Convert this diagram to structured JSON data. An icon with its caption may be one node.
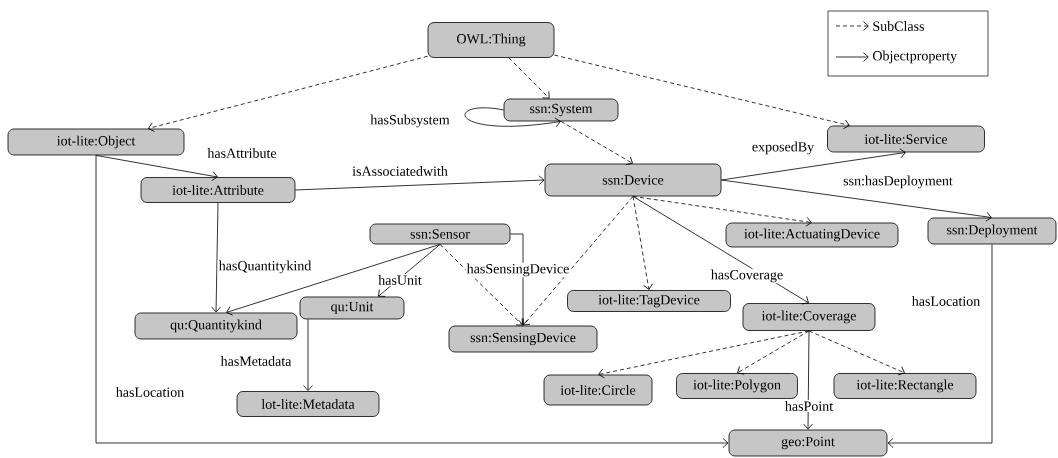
{
  "diagram": {
    "nodes": [
      {
        "text": [
          "OWL:Thing"
        ]
      },
      {
        "text": [
          "ssn:System"
        ]
      },
      {
        "text": [
          "iot-lite:Object"
        ]
      },
      {
        "text": [
          "iot-lite:Service"
        ]
      },
      {
        "text": [
          "iot-lite:Attribute"
        ]
      },
      {
        "text": [
          "ssn:Device"
        ]
      },
      {
        "text": [
          "ssn:Sensor"
        ]
      },
      {
        "text": [
          "iot-lite:ActuatingDevice"
        ]
      },
      {
        "text": [
          "ssn:Deployment"
        ]
      },
      {
        "text": [
          "iot-lite:TagDevice"
        ]
      },
      {
        "text": [
          "qu:Quantitykind"
        ]
      },
      {
        "text": [
          "qu:Unit"
        ]
      },
      {
        "text": [
          "ssn:SensingDevice"
        ]
      },
      {
        "text": [
          "iot-lite:Coverage"
        ]
      },
      {
        "text": [
          "iot-lite:Circle"
        ]
      },
      {
        "text": [
          "iot-lite:Polygon"
        ]
      },
      {
        "text": [
          "iot-lite:Rectangle"
        ]
      },
      {
        "text": [
          "lot-lite:Metadata"
        ]
      },
      {
        "text": [
          "geo:Point"
        ]
      }
    ],
    "edges": [
      {
        "from": 0,
        "to": 2,
        "arrow": "to",
        "style": "dashed"
      },
      {
        "from": 0,
        "to": 1,
        "arrow": "to",
        "style": "dashed"
      },
      {
        "from": 0,
        "to": 3,
        "arrow": "to",
        "style": "dashed"
      },
      {
        "from": 1,
        "to": 1,
        "arrow": "to",
        "label": "hasSubsystem"
      },
      {
        "from": 1,
        "to": 5,
        "arrow": "to",
        "style": "dashed"
      },
      {
        "from": 2,
        "to": 4,
        "arrow": "to",
        "label": "hasAttribute"
      },
      {
        "from": 4,
        "to": 5,
        "arrow": "to",
        "label": "isAssociatedwith"
      },
      {
        "from": 5,
        "to": 3,
        "arrow": "to",
        "label": "exposedBy"
      },
      {
        "from": 5,
        "to": 8,
        "arrow": "to",
        "label": "ssn:hasDeployment"
      },
      {
        "from": 5,
        "to": 7,
        "arrow": "to",
        "style": "dashed"
      },
      {
        "from": 5,
        "to": 9,
        "arrow": "to",
        "style": "dashed"
      },
      {
        "from": 5,
        "to": 12,
        "arrow": "to",
        "style": "dashed"
      },
      {
        "from": 5,
        "to": 13,
        "arrow": "to",
        "label": "hasCoverage"
      },
      {
        "from": 4,
        "to": 10,
        "arrow": "to",
        "label": "hasQuantitykind"
      },
      {
        "from": 6,
        "to": 10,
        "arrow": "to"
      },
      {
        "from": 6,
        "to": 11,
        "arrow": "to",
        "label": "hasUnit"
      },
      {
        "from": 6,
        "to": 12,
        "arrow": "to",
        "style": "dashed"
      },
      {
        "from": 6,
        "to": 12,
        "arrow": "to",
        "label": "hasSensingDevice"
      },
      {
        "from": 11,
        "to": 17,
        "arrow": "to",
        "label": "hasMetadata"
      },
      {
        "from": 2,
        "to": 18,
        "arrow": "to",
        "label": "hasLocation"
      },
      {
        "from": 8,
        "to": 18,
        "arrow": "to",
        "label": "hasLocation"
      },
      {
        "from": 13,
        "to": 14,
        "arrow": "to",
        "style": "dashed"
      },
      {
        "from": 13,
        "to": 15,
        "arrow": "to",
        "style": "dashed"
      },
      {
        "from": 13,
        "to": 16,
        "arrow": "to",
        "style": "dashed"
      },
      {
        "from": 13,
        "to": 18,
        "arrow": "to",
        "label": "hasPoint"
      }
    ],
    "legend": [
      {
        "text": "SubClass"
      },
      {
        "text": "Objectproperty"
      }
    ]
  }
}
